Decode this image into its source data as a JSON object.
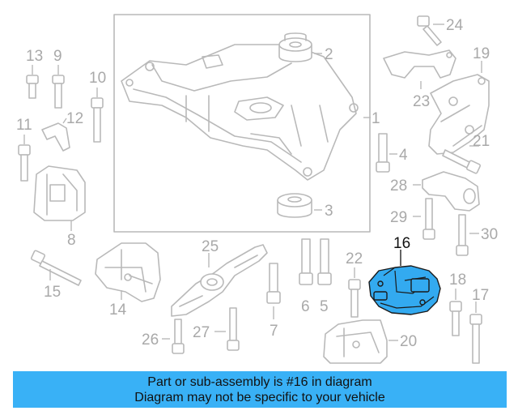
{
  "callouts": {
    "c1": "1",
    "c2": "2",
    "c3": "3",
    "c4": "4",
    "c5": "5",
    "c6": "6",
    "c7": "7",
    "c8": "8",
    "c9": "9",
    "c10": "10",
    "c11": "11",
    "c12": "12",
    "c13": "13",
    "c14": "14",
    "c15": "15",
    "c16": "16",
    "c17": "17",
    "c18": "18",
    "c19": "19",
    "c20": "20",
    "c21": "21",
    "c22": "22",
    "c23": "23",
    "c24": "24",
    "c25": "25",
    "c26": "26",
    "c27": "27",
    "c28": "28",
    "c29": "29",
    "c30": "30"
  },
  "highlighted_part": "16",
  "colors": {
    "highlight": "#33aaf0",
    "banner": "#39b1f6",
    "linework": "#b9b9b9"
  },
  "banner": {
    "line1": "Part or sub-assembly is #16 in diagram",
    "line2": "Diagram may not be specific to your vehicle"
  }
}
